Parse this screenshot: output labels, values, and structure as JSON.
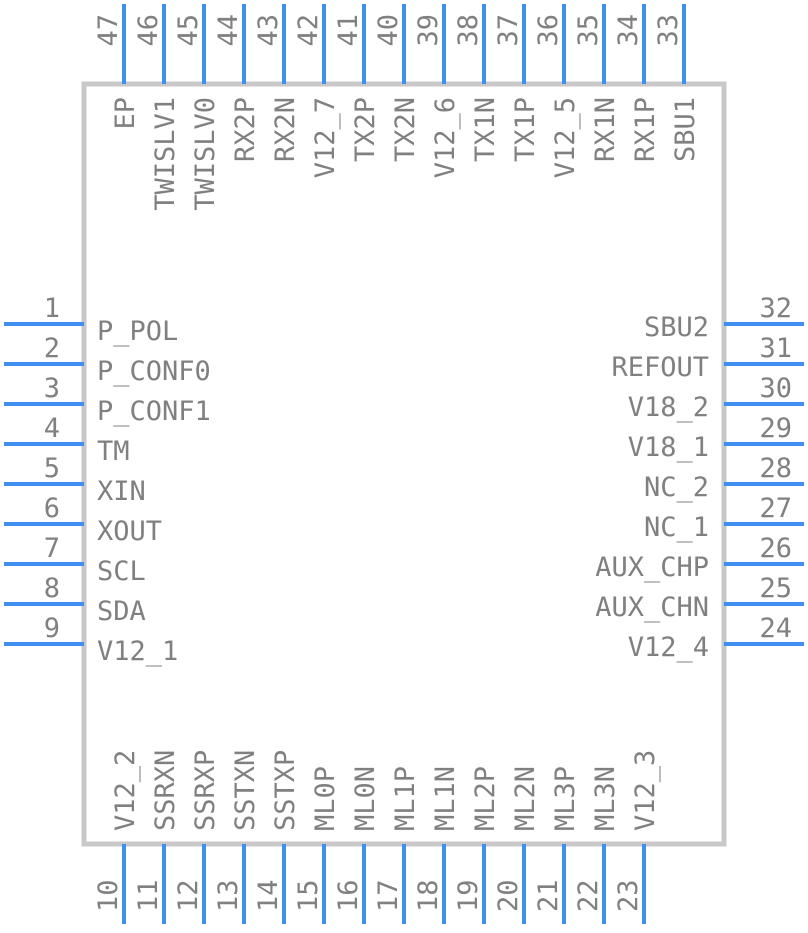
{
  "colors": {
    "pin": "#3f8ff0",
    "body_stroke": "#c8c8c8",
    "text": "#808080",
    "background": "#ffffff"
  },
  "pins": {
    "left": [
      {
        "num": "1",
        "name": "P_POL"
      },
      {
        "num": "2",
        "name": "P_CONF0"
      },
      {
        "num": "3",
        "name": "P_CONF1"
      },
      {
        "num": "4",
        "name": "TM"
      },
      {
        "num": "5",
        "name": "XIN"
      },
      {
        "num": "6",
        "name": "XOUT"
      },
      {
        "num": "7",
        "name": "SCL"
      },
      {
        "num": "8",
        "name": "SDA"
      },
      {
        "num": "9",
        "name": "V12_1"
      }
    ],
    "right": [
      {
        "num": "32",
        "name": "SBU2"
      },
      {
        "num": "31",
        "name": "REFOUT"
      },
      {
        "num": "30",
        "name": "V18_2"
      },
      {
        "num": "29",
        "name": "V18_1"
      },
      {
        "num": "28",
        "name": "NC_2"
      },
      {
        "num": "27",
        "name": "NC_1"
      },
      {
        "num": "26",
        "name": "AUX_CHP"
      },
      {
        "num": "25",
        "name": "AUX_CHN"
      },
      {
        "num": "24",
        "name": "V12_4"
      }
    ],
    "top": [
      {
        "num": "47",
        "name": "EP"
      },
      {
        "num": "46",
        "name": "TWISLV1"
      },
      {
        "num": "45",
        "name": "TWISLV0"
      },
      {
        "num": "44",
        "name": "RX2P"
      },
      {
        "num": "43",
        "name": "RX2N"
      },
      {
        "num": "42",
        "name": "V12_7"
      },
      {
        "num": "41",
        "name": "TX2P"
      },
      {
        "num": "40",
        "name": "TX2N"
      },
      {
        "num": "39",
        "name": "V12_6"
      },
      {
        "num": "38",
        "name": "TX1N"
      },
      {
        "num": "37",
        "name": "TX1P"
      },
      {
        "num": "36",
        "name": "V12_5"
      },
      {
        "num": "35",
        "name": "RX1N"
      },
      {
        "num": "34",
        "name": "RX1P"
      },
      {
        "num": "33",
        "name": "SBU1"
      }
    ],
    "bottom": [
      {
        "num": "10",
        "name": "V12_2"
      },
      {
        "num": "11",
        "name": "SSRXN"
      },
      {
        "num": "12",
        "name": "SSRXP"
      },
      {
        "num": "13",
        "name": "SSTXN"
      },
      {
        "num": "14",
        "name": "SSTXP"
      },
      {
        "num": "15",
        "name": "ML0P"
      },
      {
        "num": "16",
        "name": "ML0N"
      },
      {
        "num": "17",
        "name": "ML1P"
      },
      {
        "num": "18",
        "name": "ML1N"
      },
      {
        "num": "19",
        "name": "ML2P"
      },
      {
        "num": "20",
        "name": "ML2N"
      },
      {
        "num": "21",
        "name": "ML3P"
      },
      {
        "num": "22",
        "name": "ML3N"
      },
      {
        "num": "23",
        "name": "V12_3"
      }
    ]
  }
}
